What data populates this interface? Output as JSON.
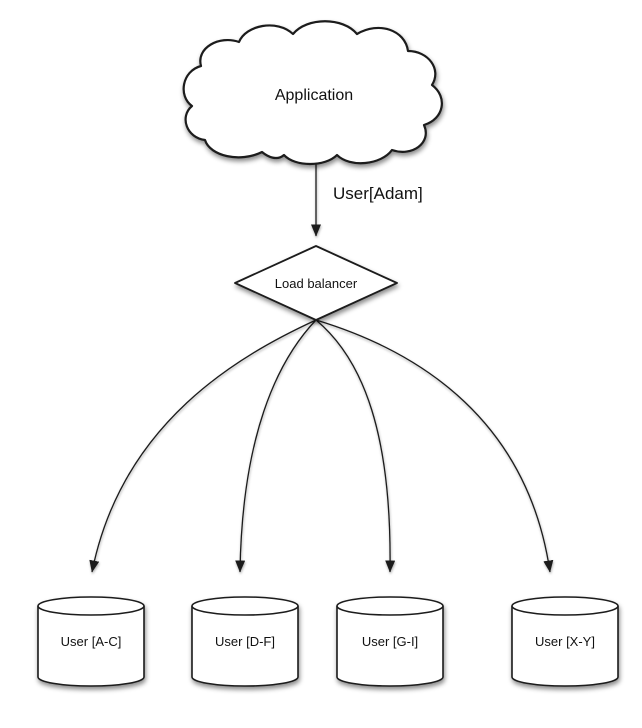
{
  "colors": {
    "stroke": "#1a1a1a",
    "node_fill": "#ffffff",
    "page_bg": "#ffffff",
    "text": "#111111"
  },
  "nodes": {
    "application": {
      "type": "cloud",
      "label": "Application"
    },
    "load_balancer": {
      "type": "diamond",
      "label": "Load balancer"
    },
    "shards": [
      {
        "type": "cylinder",
        "label": "User [A-C]"
      },
      {
        "type": "cylinder",
        "label": "User [D-F]"
      },
      {
        "type": "cylinder",
        "label": "User [G-I]"
      },
      {
        "type": "cylinder",
        "label": "User [X-Y]"
      }
    ]
  },
  "edges": {
    "app_to_lb": {
      "label": "User[Adam]"
    }
  }
}
